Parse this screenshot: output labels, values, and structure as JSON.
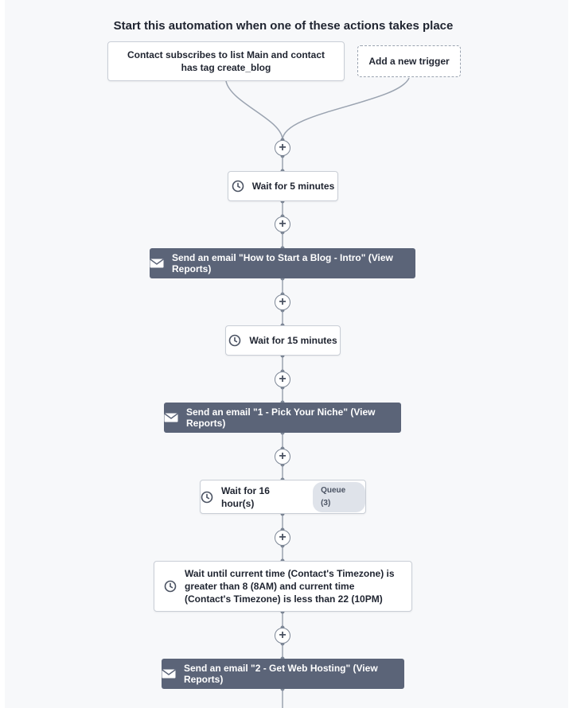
{
  "header": {
    "title": "Start this automation when one of these actions takes place"
  },
  "triggers": [
    {
      "label": "Contact subscribes to list Main and contact has tag create_blog"
    },
    {
      "label": "Add a new trigger"
    }
  ],
  "add_step_glyph": "+",
  "steps": [
    {
      "type": "wait",
      "icon": "clock-icon",
      "label": "Wait for 5 minutes"
    },
    {
      "type": "email",
      "icon": "envelope-icon",
      "label": "Send an email \"How to Start a Blog - Intro\" (View Reports)"
    },
    {
      "type": "wait",
      "icon": "clock-icon",
      "label": "Wait for 15 minutes"
    },
    {
      "type": "email",
      "icon": "envelope-icon",
      "label": "Send an email \"1 - Pick Your Niche\" (View Reports)"
    },
    {
      "type": "wait",
      "icon": "clock-icon",
      "label": "Wait for 16 hour(s)",
      "badge": "Queue (3)"
    },
    {
      "type": "wait-until",
      "icon": "clock-icon",
      "label": "Wait until current time (Contact's Timezone) is greater than 8 (8AM) and current time (Contact's Timezone) is less than 22 (10PM)"
    },
    {
      "type": "email",
      "icon": "envelope-icon",
      "label": "Send an email \"2 - Get Web Hosting\" (View Reports)"
    }
  ],
  "colors": {
    "email_step_bg": "#5b6478",
    "connector": "#9aa3b0",
    "canvas_bg": "#f7f8fa"
  }
}
